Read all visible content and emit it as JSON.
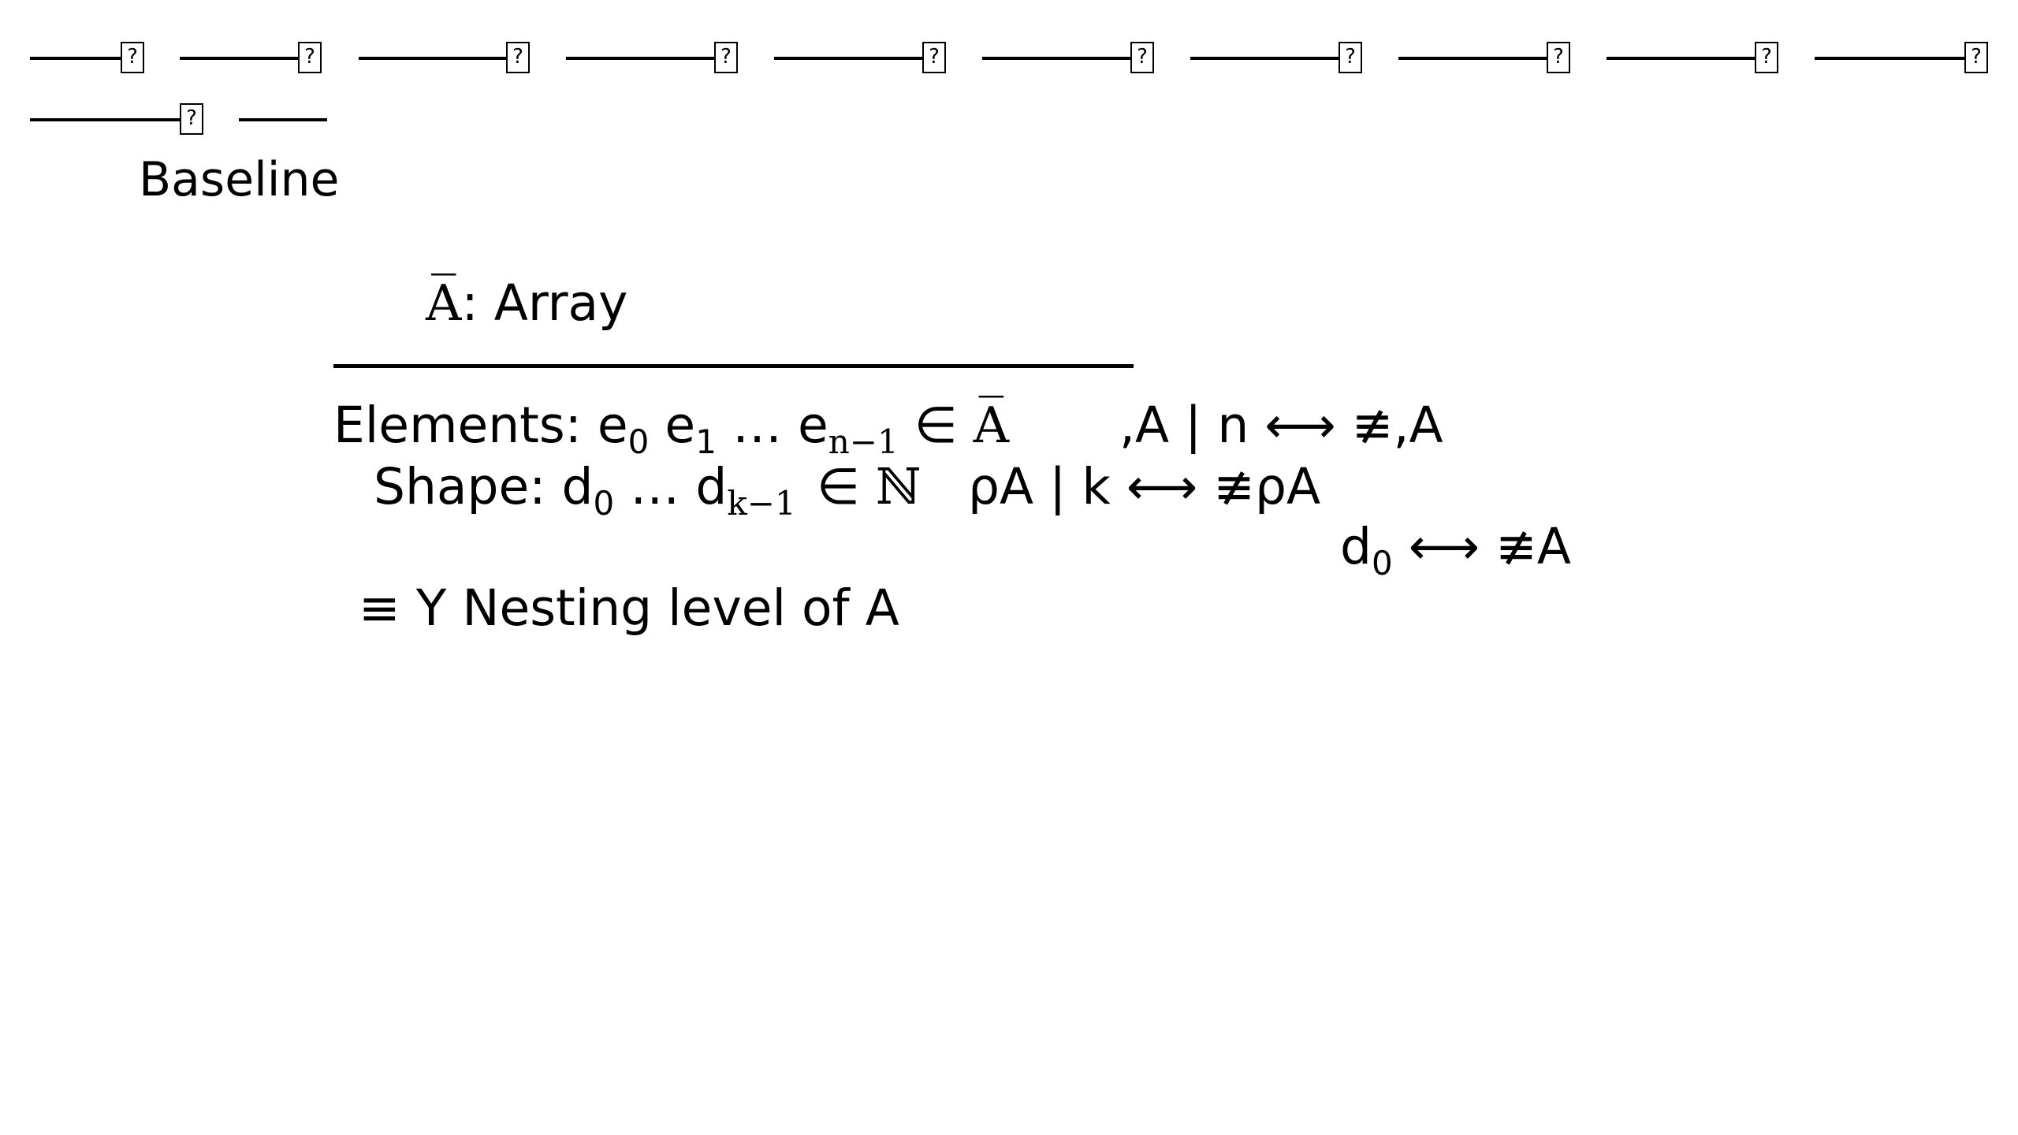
{
  "placeholders": {
    "glyph": "?",
    "row1_count": 10,
    "row2_count": 1
  },
  "baseline": {
    "label": "Baseline"
  },
  "definition": {
    "symbol": "A̅",
    "title_suffix": ": Array",
    "elements": {
      "label": "Elements: e",
      "sub0": "0",
      "e1": " e",
      "sub1": "1",
      "ellipsis": " … e",
      "subn": "n−1",
      "member_of": " ∈ ",
      "set": "A̅",
      "relation": ",A | n ⟷ ≢,A"
    },
    "shape": {
      "label": "Shape: d",
      "sub0": "0",
      "ellipsis": " … d",
      "subk": "k−1",
      "member_of": "∈ ",
      "set": "ℕ",
      "relation": "ρA | k ⟷ ≢ρA"
    },
    "first_dim": {
      "d": "d",
      "sub0": "0",
      "relation": " ⟷ ≢A"
    },
    "depth": {
      "text": "≡ Y  Nesting level of A"
    }
  }
}
